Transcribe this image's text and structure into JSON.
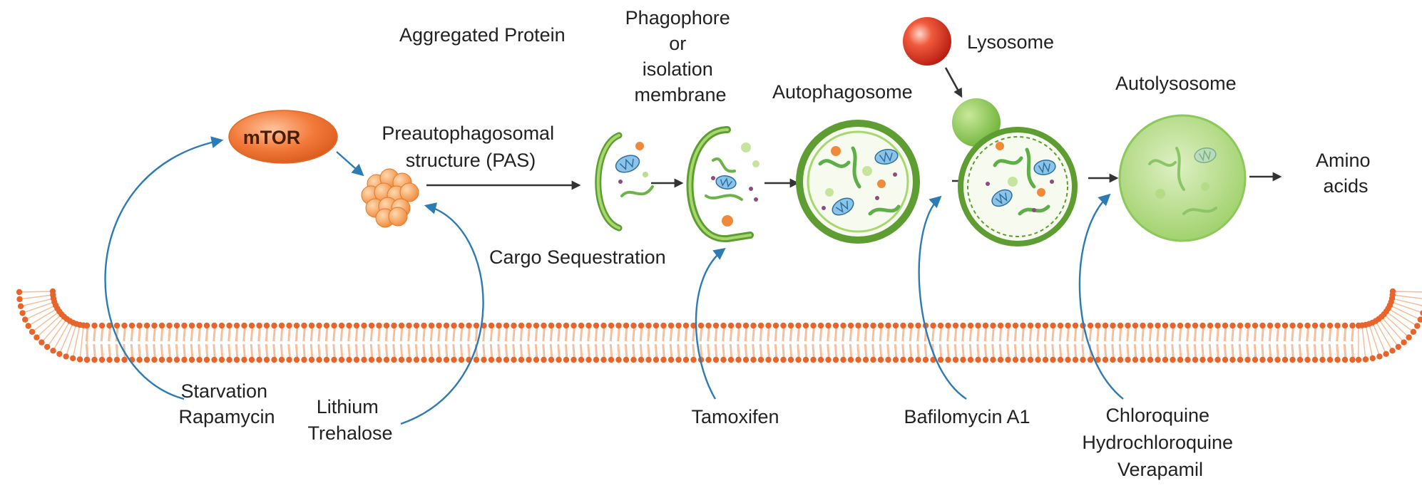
{
  "labels": {
    "aggregated_protein": "Aggregated Protein",
    "phagophore": [
      "Phagophore",
      "or",
      "isolation",
      "membrane"
    ],
    "autophagosome": "Autophagosome",
    "lysosome": "Lysosome",
    "autolysosome": "Autolysosome",
    "pas": [
      "Preautophagosomal",
      "structure (PAS)"
    ],
    "amino_acids": [
      "Amino",
      "acids"
    ],
    "cargo_sequestration": "Cargo Sequestration",
    "mtor": "mTOR"
  },
  "modulators": {
    "starvation": [
      "Starvation",
      "Rapamycin"
    ],
    "lithium": [
      "Lithium",
      "Trehalose"
    ],
    "tamoxifen": [
      "Tamoxifen"
    ],
    "bafilomycin": [
      "Bafilomycin A1"
    ],
    "chloroquine": [
      "Chloroquine",
      "Hydrochloroquine",
      "Verapamil"
    ]
  },
  "colors": {
    "membrane_orange": "#e8642a",
    "arrow_blue": "#2d7bb4",
    "vesicle_green": "#7cbe45",
    "vesicle_fill": "#eef6e2",
    "lysosome_red": "#d93020",
    "mtor_orange": "#ee7530"
  }
}
